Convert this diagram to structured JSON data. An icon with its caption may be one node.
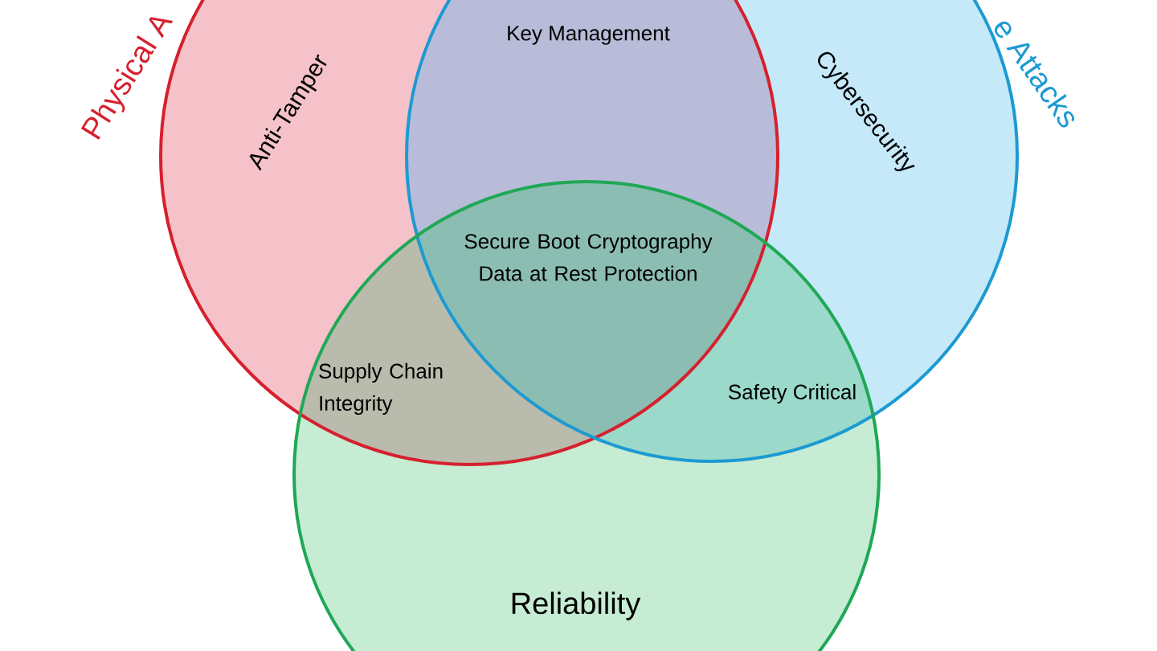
{
  "diagram": {
    "nodes": [
      {
        "text": [
          "Anti-Tamper"
        ],
        "beside": [
          "Physical A"
        ]
      },
      {
        "text": [
          "Cybersecurity"
        ],
        "beside": [
          "e Attacks"
        ]
      },
      {
        "text": [
          "Reliability"
        ]
      }
    ],
    "labels": [
      "Key Management",
      "Secure Boot Cryptography Data at Rest Protection",
      "Supply Chain Integrity",
      "Safety Critical"
    ]
  }
}
